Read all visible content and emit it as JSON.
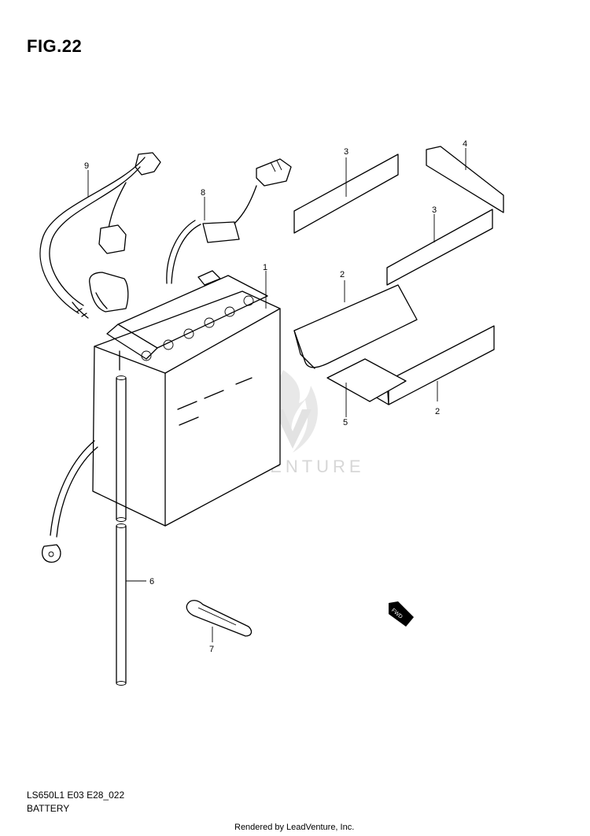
{
  "figure": {
    "title": "FIG.22"
  },
  "watermark": {
    "text": "LEADVENTURE"
  },
  "callouts": [
    {
      "id": "1",
      "label": "1"
    },
    {
      "id": "2a",
      "label": "2"
    },
    {
      "id": "2b",
      "label": "2"
    },
    {
      "id": "3a",
      "label": "3"
    },
    {
      "id": "3b",
      "label": "3"
    },
    {
      "id": "4",
      "label": "4"
    },
    {
      "id": "5",
      "label": "5"
    },
    {
      "id": "6",
      "label": "6"
    },
    {
      "id": "7",
      "label": "7"
    },
    {
      "id": "8",
      "label": "8"
    },
    {
      "id": "9",
      "label": "9"
    }
  ],
  "fwd_mark": {
    "text": "FWD"
  },
  "footer": {
    "code": "LS650L1 E03 E28_022",
    "title": "BATTERY",
    "credit": "Rendered by LeadVenture, Inc."
  }
}
